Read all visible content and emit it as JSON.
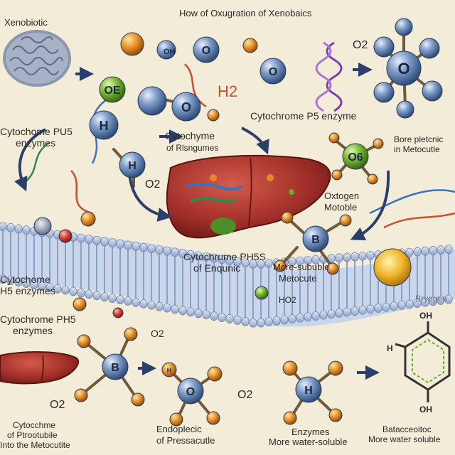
{
  "title": "How of Oxugration of Xenobaics",
  "labels": {
    "xenobiotic": "Xenobiotic",
    "o2_top": "O2",
    "cyt_p5_enzyme": "Cytochrome P5 enzyme",
    "cyt_pu5_enzymes_l1": "Cytochome PU5",
    "cyt_pu5_enzymes_l2": "enzymes",
    "cytochyme_l1": "Cytochyme",
    "cytochyme_l2": "of Rlsngumes",
    "o2_mid": "O2",
    "bore_l1": "Bore pletcnic",
    "bore_l2": "in Metocutle",
    "oxtogen_l1": "Oxtogen",
    "oxtogen_l2": "Motoble",
    "cyt_ph5s_l1": "Cytochrume PH5S",
    "cyt_ph5s_l2": "of Enqunic",
    "more_sub_l1": "More-sububle",
    "more_sub_l2": "Metocute",
    "ho2": "HO2",
    "cyt_h5_l1": "Cytochome",
    "cyt_h5_l2": "H5 enzymes",
    "cyt_ph5_l1": "Cytochrome PH5",
    "cyt_ph5_l2": "enzymes",
    "o2_low": "O2",
    "o2_left": "O2",
    "o2_bottom": "O2",
    "bryogen": "Bryogen",
    "oh_top": "OH",
    "oh_bottom": "OH",
    "h_ring": "H",
    "cytoc_l1": "Cytocchme",
    "cytoc_l2": "of Ptrootubile",
    "cytoc_l3": "Into the Metocutite",
    "endo_l1": "Endoplecic",
    "endo_l2": "of Pressacutle",
    "enz_l1": "Enzymes",
    "enz_l2": "More water-soluble",
    "bat_l1": "Batacceoitoc",
    "bat_l2": "More water soluble"
  },
  "atoms": {
    "oh": "OH",
    "o": "O",
    "h": "H",
    "b": "B",
    "oe": "OE",
    "o6": "O6",
    "h2": "H2"
  },
  "colors": {
    "background": "#f3ecd9",
    "atom_blue": "#5a7fb3",
    "atom_orange": "#e08a2a",
    "atom_green": "#6cab2e",
    "liver": "#a8332c",
    "membrane": "#9fb2d4",
    "arrow": "#2c3f6b"
  }
}
